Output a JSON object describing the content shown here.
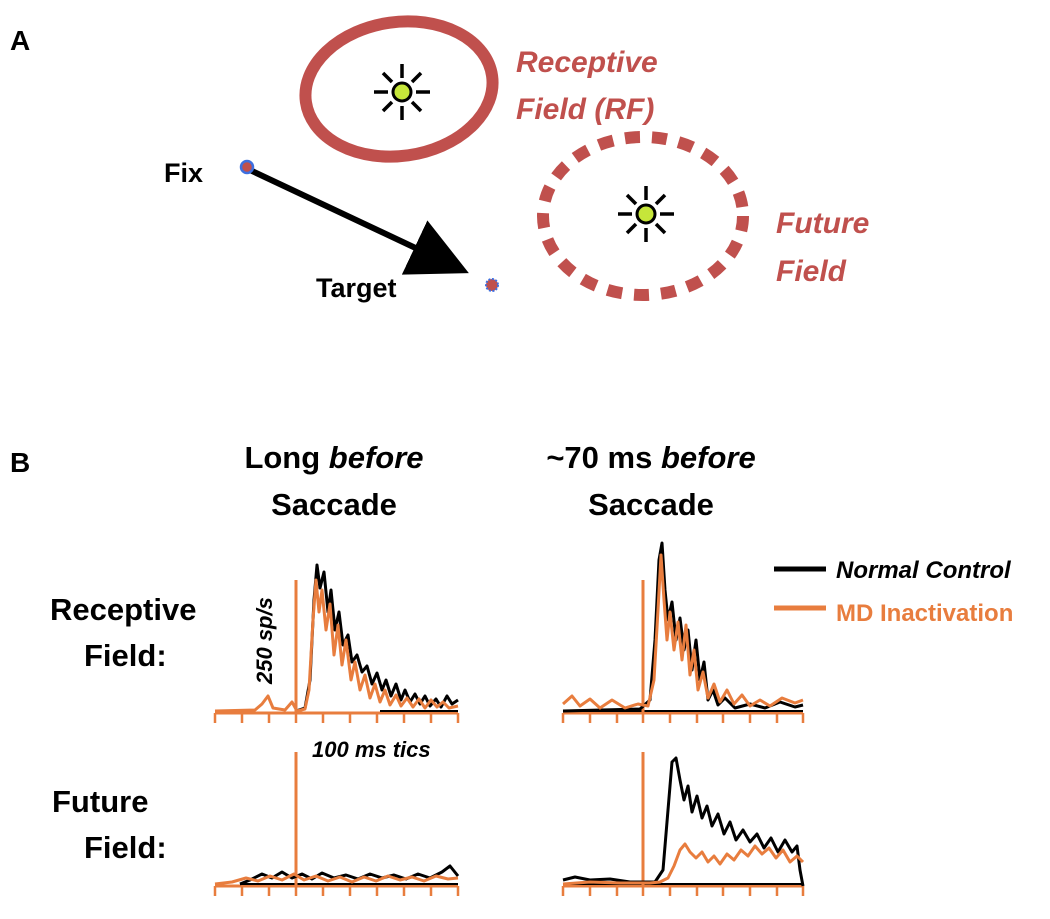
{
  "panel_a": {
    "letter": "A",
    "fix_label": "Fix",
    "target_label": "Target",
    "rf_label_line1": "Receptive",
    "rf_label_line2": "Field (RF)",
    "ff_label_line1": "Future",
    "ff_label_line2": "Field",
    "colors": {
      "field": "#c0504d",
      "stimulus": "#c6e63a",
      "dot_edge": "#3d6fe0",
      "arrow": "#000000"
    }
  },
  "panel_b": {
    "letter": "B",
    "col1_line1_a": "Long ",
    "col1_line1_b": "before",
    "col1_line2": "Saccade",
    "col2_line1_a": "~70 ms ",
    "col2_line1_b": "before",
    "col2_line2": "Saccade",
    "row1_line1": "Receptive",
    "row1_line2": "Field:",
    "row2_line1": "Future",
    "row2_line2": "Field:",
    "y_scale": "250 sp/s",
    "x_scale": "100 ms tics",
    "legend": [
      {
        "name": "Normal Control",
        "color": "#000000"
      },
      {
        "name": "MD Inactivation",
        "color": "#e87d3e"
      }
    ]
  }
}
